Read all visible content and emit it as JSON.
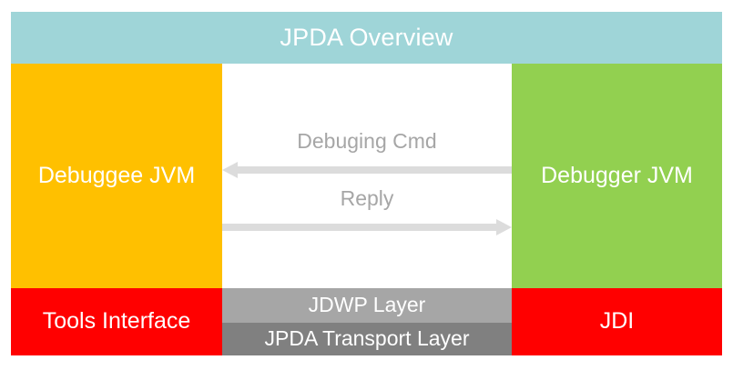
{
  "header": {
    "title": "JPDA Overview",
    "background_color": "#9fd5d8",
    "text_color": "#ffffff"
  },
  "left_column": {
    "top_block": {
      "label": "Debuggee JVM",
      "background_color": "#ffc000",
      "text_color": "#ffffff"
    },
    "bottom_block": {
      "label": "Tools Interface",
      "background_color": "#ff0000",
      "text_color": "#ffffff"
    }
  },
  "center_column": {
    "arrows": [
      {
        "label": "Debuging Cmd",
        "direction": "left",
        "color": "#dcdcdc",
        "label_color": "#a6a6a6"
      },
      {
        "label": "Reply",
        "direction": "right",
        "color": "#dcdcdc",
        "label_color": "#a6a6a6"
      }
    ],
    "layers": [
      {
        "label": "JDWP Layer",
        "background_color": "#a6a6a6",
        "text_color": "#ffffff"
      },
      {
        "label": "JPDA Transport Layer",
        "background_color": "#808080",
        "text_color": "#ffffff"
      }
    ]
  },
  "right_column": {
    "top_block": {
      "label": "Debugger JVM",
      "background_color": "#92d050",
      "text_color": "#ffffff"
    },
    "bottom_block": {
      "label": "JDI",
      "background_color": "#ff0000",
      "text_color": "#ffffff"
    }
  }
}
